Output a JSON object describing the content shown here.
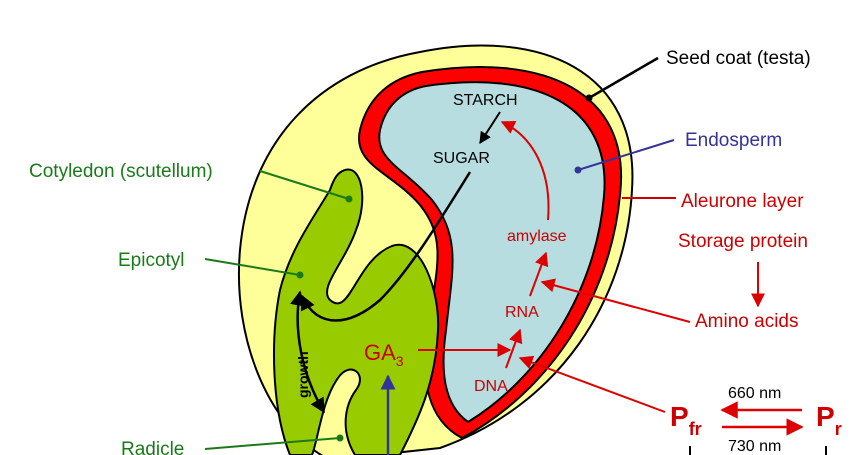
{
  "labels": {
    "seed_coat": "Seed coat (testa)",
    "endosperm": "Endosperm",
    "aleurone": "Aleurone layer",
    "storage_protein": "Storage protein",
    "amino_acids": "Amino acids",
    "cotyledon": "Cotyledon (scutellum)",
    "epicotyl": "Epicotyl",
    "radicle": "Radicle",
    "starch": "STARCH",
    "sugar": "SUGAR",
    "amylase": "amylase",
    "rna": "RNA",
    "dna": "DNA",
    "ga": "GA",
    "ga_sub": "3",
    "growth": "growth",
    "nm_660": "660 nm",
    "nm_730": "730 nm",
    "pfr": "P",
    "pfr_sub": "fr",
    "pr": "P",
    "pr_sub": "r"
  },
  "colors": {
    "seed_fill": "#ffff99",
    "endosperm_fill": "#b7dde0",
    "aleurone": "#ff0000",
    "embryo_fill": "#99cc00",
    "red_text": "#cc0000",
    "green_text": "#1a7a1a",
    "blue_text": "#333399"
  }
}
